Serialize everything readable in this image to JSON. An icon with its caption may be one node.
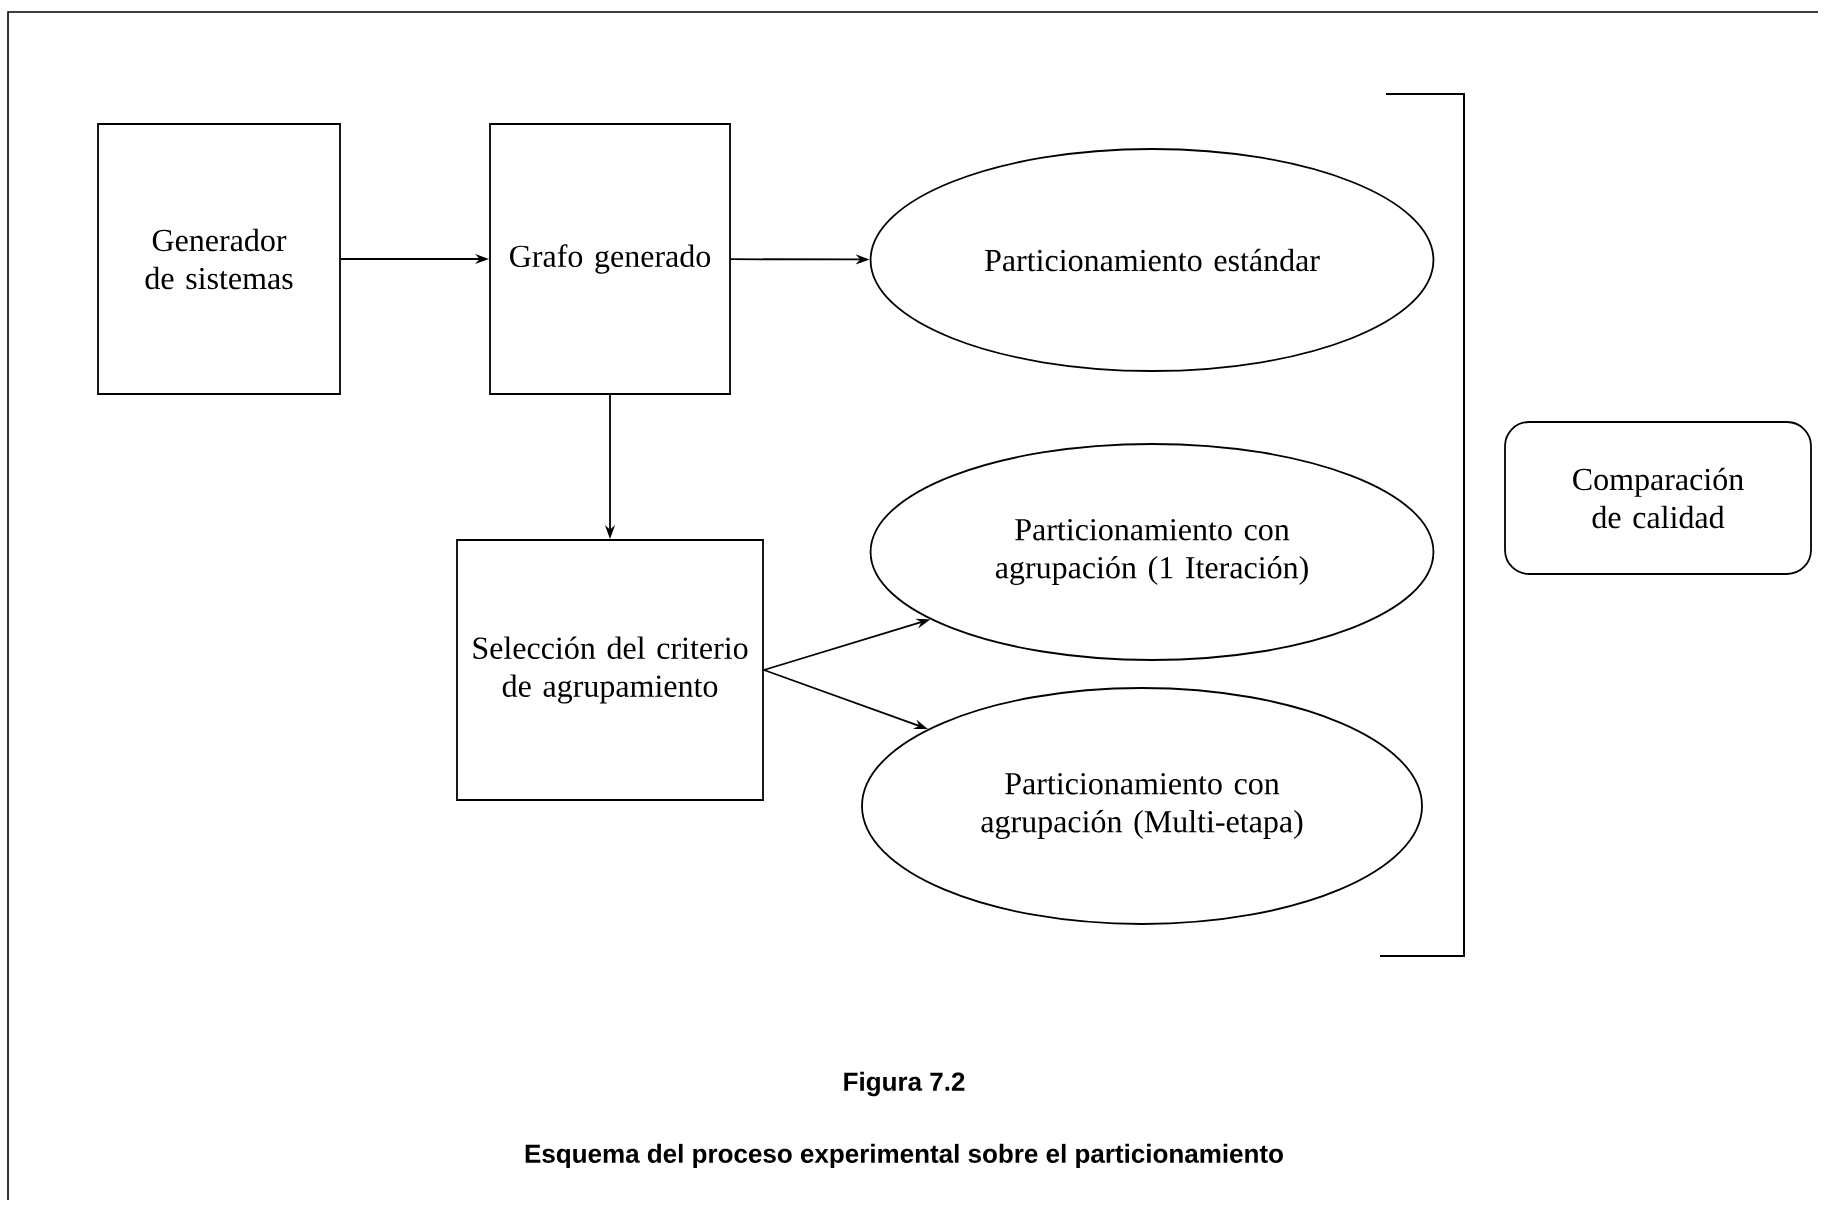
{
  "diagram": {
    "title": "Figura 7.2",
    "caption": "Esquema del proceso experimental sobre el particionamiento",
    "nodes": [
      {
        "text": [
          "Generador de sistemas"
        ]
      },
      {
        "text": [
          "Grafo generado"
        ]
      },
      {
        "text": [
          "Particionamiento estándar"
        ]
      },
      {
        "text": [
          "Selección del criterio de agrupamiento"
        ]
      },
      {
        "text": [
          "Particionamiento con agrupación (1 Iteración)"
        ]
      },
      {
        "text": [
          "Particionamiento con agrupación (Multi-etapa)"
        ]
      },
      {
        "text": [
          "Comparación de calidad"
        ]
      }
    ],
    "edges": [
      {
        "from": 0,
        "to": 1,
        "arrow": "to"
      },
      {
        "from": 1,
        "to": 2,
        "arrow": "to"
      },
      {
        "from": 1,
        "to": 3,
        "arrow": "to"
      },
      {
        "from": 3,
        "to": 4,
        "arrow": "to"
      },
      {
        "from": 3,
        "to": 5,
        "arrow": "to"
      }
    ]
  }
}
